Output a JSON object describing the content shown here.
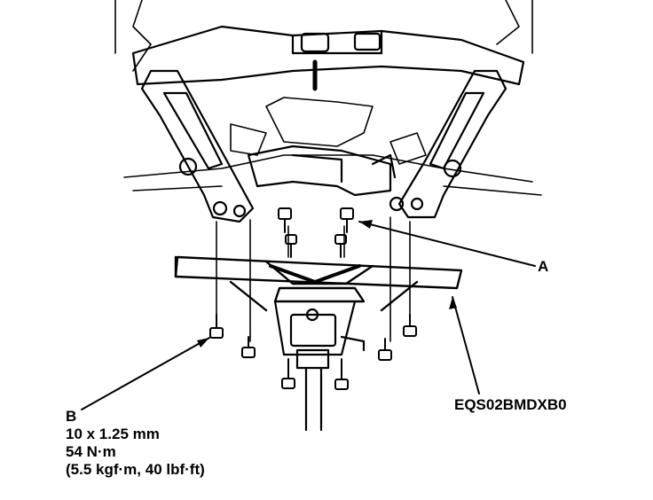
{
  "callouts": {
    "a": "A",
    "b": "B",
    "code": "EQS02BMDXB0"
  },
  "spec": {
    "bolt_size": "10 x 1.25 mm",
    "torque_nm": "54 N·m",
    "torque_other": "(5.5 kgf·m, 40 lbf·ft)"
  }
}
